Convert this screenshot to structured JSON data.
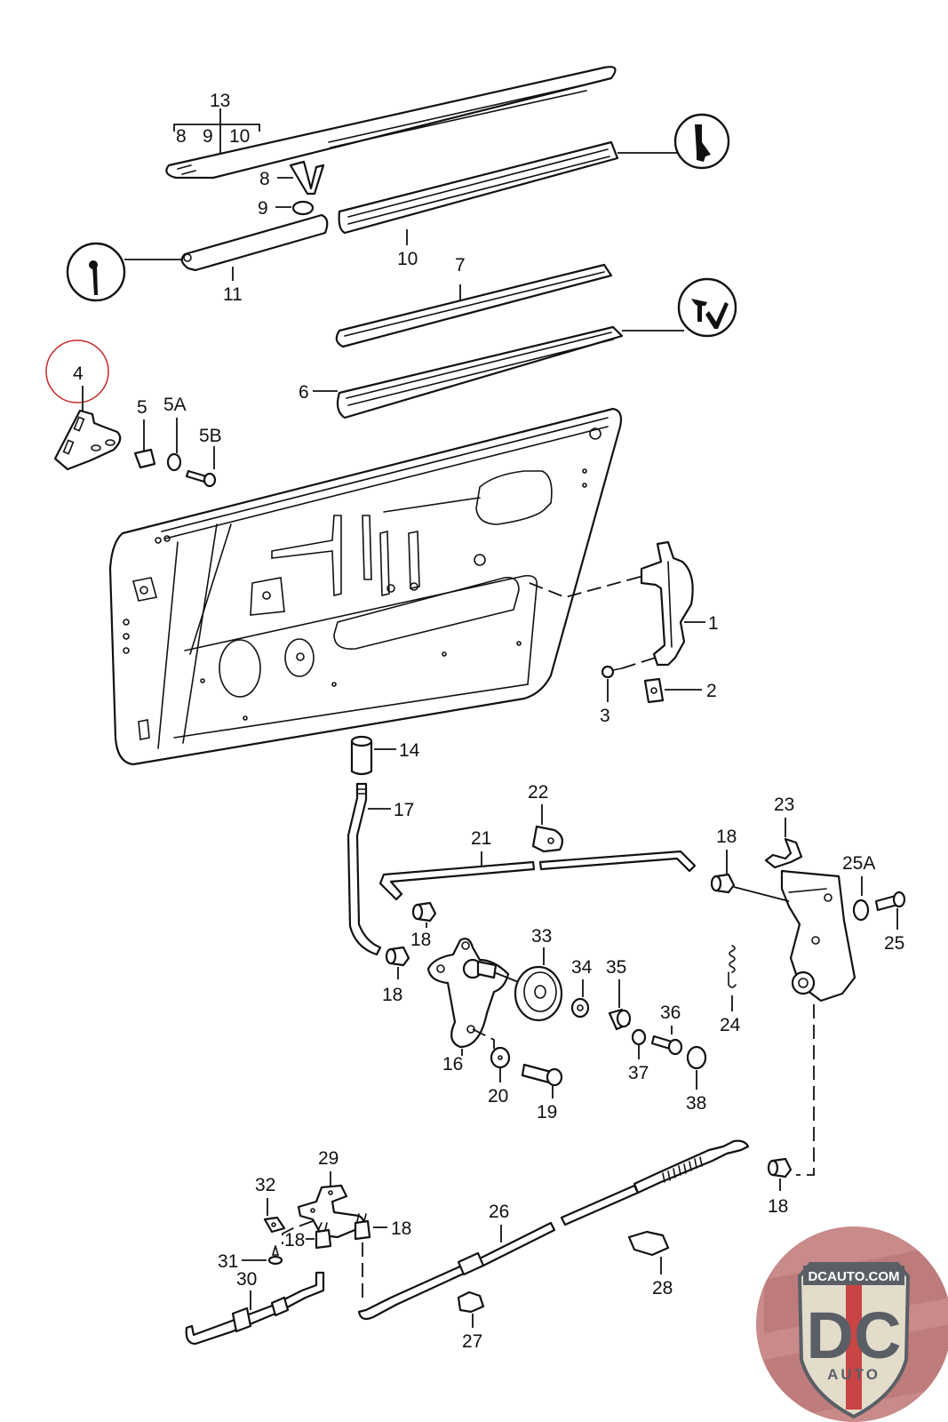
{
  "diagram": {
    "title": "Door panel, window seals and lock mechanism – exploded parts diagram",
    "highlight_color": "#c62828",
    "highlighted_part": "4",
    "labels": {
      "p13": "13",
      "p13_8": "8",
      "p13_9": "9",
      "p13_10": "10",
      "p8": "8",
      "p9": "9",
      "p10": "10",
      "p11": "11",
      "p7": "7",
      "p6": "6",
      "p4": "4",
      "p5": "5",
      "p5a": "5A",
      "p5b": "5B",
      "p1": "1",
      "p2": "2",
      "p3": "3",
      "p14": "14",
      "p17": "17",
      "p22": "22",
      "p21": "21",
      "p23": "23",
      "p18a": "18",
      "p18b": "18",
      "p18c": "18",
      "p18d": "18",
      "p18e": "18",
      "p18f": "18",
      "p25a": "25A",
      "p25": "25",
      "p24": "24",
      "p33": "33",
      "p34": "34",
      "p35": "35",
      "p36": "36",
      "p37": "37",
      "p38": "38",
      "p16": "16",
      "p20": "20",
      "p19": "19",
      "p29": "29",
      "p32": "32",
      "p31": "31",
      "p30": "30",
      "p26": "26",
      "p27": "27",
      "p28": "28"
    },
    "symbols": [
      {
        "id": "sym-window-frame-profile",
        "icon": "seal-profile-icon"
      },
      {
        "id": "sym-rod-profile",
        "icon": "rod-profile-icon"
      },
      {
        "id": "sym-channel-profile",
        "icon": "channel-profile-icon"
      }
    ]
  },
  "watermark": {
    "top_text": "DCAUTO.COM",
    "monogram": "DC",
    "bottom_text": "AUTO",
    "colors": {
      "bg": "#c98a8a",
      "shield": "#e3dccb",
      "stripe": "#c94444",
      "letters": "#5a5f66"
    }
  }
}
